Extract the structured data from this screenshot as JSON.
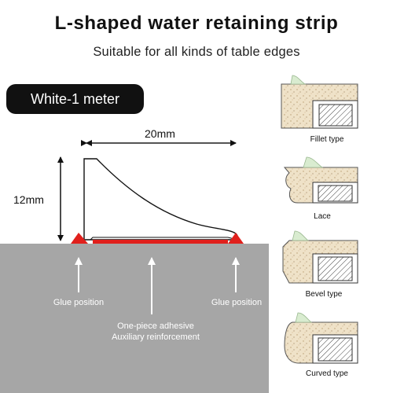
{
  "header": {
    "title": "L-shaped water retaining strip",
    "subtitle": "Suitable for all kinds of table edges"
  },
  "badge": {
    "label": "White-1 meter"
  },
  "dimensions": {
    "width_label": "20mm",
    "height_label": "12mm"
  },
  "annotations": {
    "glue_left": "Glue position",
    "glue_right": "Glue position",
    "adhesive_line1": "One-piece adhesive",
    "adhesive_line2": "Auxiliary reinforcement"
  },
  "edge_types": [
    {
      "label": "Fillet type"
    },
    {
      "label": "Lace"
    },
    {
      "label": "Bevel type"
    },
    {
      "label": "Curved type"
    }
  ],
  "colors": {
    "background": "#ffffff",
    "table_surface": "#a6a6a6",
    "glue": "#e0201c",
    "badge_bg": "#111111",
    "countertop": "#efe2c8",
    "strip": "#d9ecd0"
  }
}
